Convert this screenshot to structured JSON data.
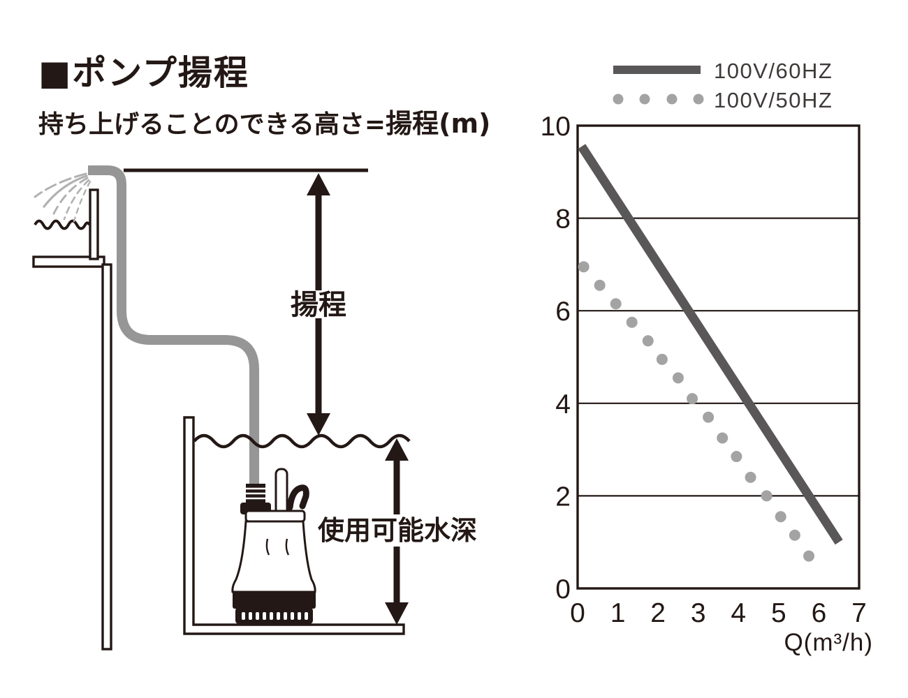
{
  "header": {
    "title": "■ポンプ揚程",
    "subtitle_plain": "持ち上げることのできる高さ=",
    "subtitle_strong": "揚程(m)"
  },
  "diagram": {
    "head_label": "揚程",
    "depth_label": "使用可能水深"
  },
  "legend": {
    "position": "top-right",
    "items": [
      {
        "label": "100V/60HZ",
        "style": "solid",
        "color": "#595757"
      },
      {
        "label": "100V/50HZ",
        "style": "dotted",
        "color": "#a3a3a3"
      }
    ]
  },
  "colors": {
    "ink": "#231815",
    "line_60hz": "#595757",
    "dots_50hz": "#a3a3a3",
    "hose": "#969696",
    "spray": "#b1b1b1"
  },
  "chart_data": {
    "type": "line",
    "title": "",
    "xlabel": "Q(m³/h)",
    "ylabel": "",
    "xlim": [
      0,
      7
    ],
    "ylim": [
      0,
      10
    ],
    "xticks": [
      0,
      1,
      2,
      3,
      4,
      5,
      6,
      7
    ],
    "yticks": [
      0,
      2,
      4,
      6,
      8,
      10
    ],
    "grid": "horizontal",
    "series": [
      {
        "name": "100V/60HZ",
        "style": "solid",
        "color": "#595757",
        "points": [
          [
            0.1,
            9.55
          ],
          [
            6.5,
            1.0
          ]
        ]
      },
      {
        "name": "100V/50HZ",
        "style": "dotted",
        "color": "#a3a3a3",
        "points": [
          [
            0.15,
            6.95
          ],
          [
            0.55,
            6.55
          ],
          [
            0.95,
            6.15
          ],
          [
            1.35,
            5.75
          ],
          [
            1.75,
            5.35
          ],
          [
            2.1,
            4.95
          ],
          [
            2.5,
            4.55
          ],
          [
            2.85,
            4.1
          ],
          [
            3.25,
            3.7
          ],
          [
            3.6,
            3.25
          ],
          [
            3.95,
            2.85
          ],
          [
            4.3,
            2.4
          ],
          [
            4.7,
            2.0
          ],
          [
            5.05,
            1.55
          ],
          [
            5.4,
            1.15
          ],
          [
            5.75,
            0.7
          ]
        ]
      }
    ]
  }
}
